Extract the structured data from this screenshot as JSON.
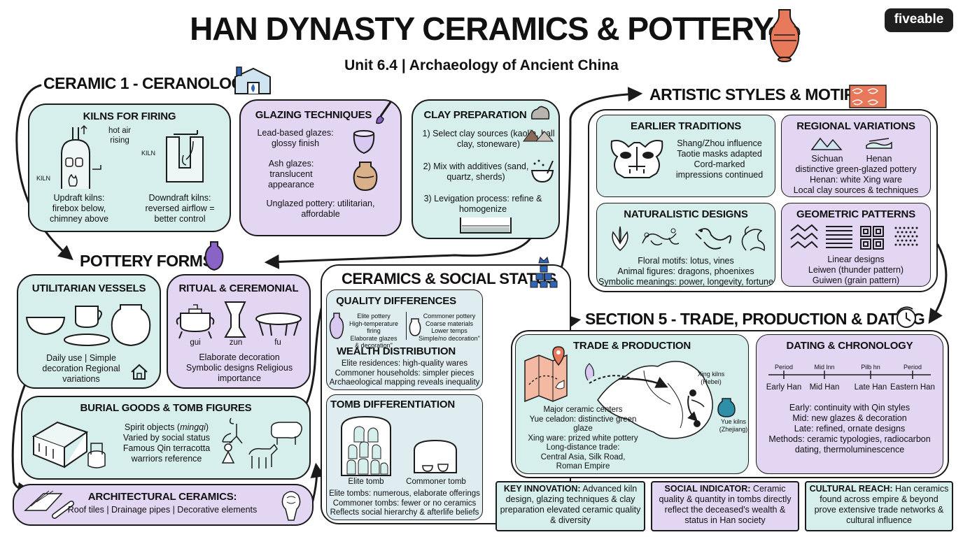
{
  "header": {
    "title": "HAN DYNASTY CERAMICS & POTTERY",
    "subtitle": "Unit 6.4 | Archaeology of Ancient China",
    "brand": "fiveable",
    "icon": "vase-icon"
  },
  "ceramic1": {
    "title": "CERAMIC 1 - CERANOLOGY",
    "kilns": {
      "title": "KILNS FOR FIRING",
      "hot_air": "hot air rising",
      "kiln_label": "KILN",
      "updraft": "Updraft kilns: firebox below, chimney above",
      "downdraft": "Downdraft kilns: reversed airflow = better control"
    },
    "glazing": {
      "title": "GLAZING TECHNIQUES",
      "lead": "Lead-based glazes: glossy finish",
      "ash": "Ash glazes: translucent appearance",
      "unglazed": "Unglazed pottery: utilitarian, affordable"
    },
    "clay": {
      "title": "CLAY PREPARATION",
      "step1": "1) Select clay sources (kaolin, ball clay, stoneware)",
      "step2": "2) Mix with additives (sand, quartz, sherds)",
      "step3": "3) Levigation process: refine & homogenize"
    }
  },
  "pottery_forms": {
    "title": "POTTERY FORMS",
    "utilitarian": {
      "title": "UTILITARIAN VESSELS",
      "text": "Daily use | Simple decoration Regional variations"
    },
    "ritual": {
      "title": "RITUAL & CEREMONIAL",
      "labels": [
        "gui",
        "zun",
        "fu"
      ],
      "text": "Elaborate decoration Symbolic designs Religious importance"
    },
    "burial": {
      "title": "BURIAL GOODS & TOMB FIGURES",
      "line1_a": "Spirit objects (",
      "line1_b": "mingqi",
      "line1_c": ")",
      "line2": "Varied by social status",
      "line3": "Famous Qin terracotta warriors reference"
    },
    "architectural": {
      "title": "ARCHITECTURAL CERAMICS:",
      "text": "Roof tiles | Drainage pipes | Decorative elements"
    }
  },
  "social_status": {
    "title": "CERAMICS & SOCIAL STATUS",
    "quality": {
      "title": "QUALITY DIFFERENCES",
      "elite": [
        "Elite pottery",
        "High-temperature firing",
        "Elaborate glazes",
        "& decoration\""
      ],
      "commoner": [
        "Commoner pottery",
        "Coarse materials",
        "Lower temps",
        "Simple/no decoration\""
      ]
    },
    "wealth": {
      "title": "WEALTH DISTRIBUTION",
      "lines": [
        "Elite residences: high-quality wares",
        "Commoner households: simpler pieces",
        "Archaeological mapping reveals inequality"
      ]
    },
    "tomb": {
      "title": "TOMB DIFFERENTIATION",
      "elite_label": "Elite tomb",
      "commoner_label": "Commoner tomb",
      "lines": [
        "Elite tombs: numerous, elaborate offerings",
        "Commoner tombs: fewer or no ceramics",
        "Reflects social hierarchy & afterlife beliefs"
      ]
    }
  },
  "artistic": {
    "title": "ARTISTIC STYLES & MOTIFS",
    "earlier": {
      "title": "EARLIER TRADITIONS",
      "lines": [
        "Shang/Zhou influence",
        "Taotie masks adapted",
        "Cord-marked",
        "impressions continued"
      ]
    },
    "regional": {
      "title": "REGIONAL VARIATIONS",
      "labels": [
        "Sichuan",
        "Henan"
      ],
      "lines": [
        "distinctive green-glazed pottery",
        "Henan: white Xing ware",
        "Local clay sources & techniques"
      ]
    },
    "naturalistic": {
      "title": "NATURALISTIC DESIGNS",
      "lines": [
        "Floral motifs: lotus, vines",
        "Animal figures: dragons, phoenixes",
        "Symbolic meanings: power, longevity, fortune"
      ]
    },
    "geometric": {
      "title": "GEOMETRIC PATTERNS",
      "lines": [
        "Linear designs",
        "Leiwen (thunder pattern)",
        "Guiwen (grain pattern)"
      ]
    }
  },
  "section5": {
    "title": "SECTION 5 - TRADE, PRODUCTION & DATING",
    "trade": {
      "title": "TRADE & PRODUCTION",
      "xing": [
        "Xing kilns",
        "(Hebei)"
      ],
      "yue": [
        "Yue kilns",
        "(Zhejiang)"
      ],
      "lines": [
        "Major ceramic centers",
        "Yue celadon: distinctive green glaze",
        "Xing ware: prized white pottery",
        "Long-distance trade:",
        "Central Asia, Silk Road,",
        "Roman Empire"
      ]
    },
    "dating": {
      "title": "DATING & CHRONOLOGY",
      "ticks": [
        "Period",
        "Mid lnn",
        "Pilb hn",
        "Period"
      ],
      "periods": [
        "Early Han",
        "Mid Han",
        "Late Han",
        "Eastern Han"
      ],
      "lines": [
        "Early: continuity with Qin styles",
        "Mid: new glazes & decoration",
        "Late: refined, ornate designs",
        "Methods: ceramic typologies, radiocarbon",
        "dating, thermoluminescence"
      ]
    }
  },
  "footer": {
    "innovation_label": "KEY INNOVATION:",
    "innovation_text": " Advanced kiln design, glazing techniques & clay preparation elevated ceramic quality & diversity",
    "social_label": "SOCIAL INDICATOR:",
    "social_text": " Ceramic quality & quantity in tombs directly reflect the deceased's wealth & status in Han society",
    "cultural_label": "CULTURAL REACH:",
    "cultural_text": " Han ceramics found across empire & beyond prove extensive trade networks & cultural influence"
  },
  "colors": {
    "teal": "#d7efec",
    "lavender": "#e2d6f3",
    "accent_blue": "#2f64b4",
    "accent_orange": "#e8785a",
    "accent_purple": "#8a63c7"
  }
}
